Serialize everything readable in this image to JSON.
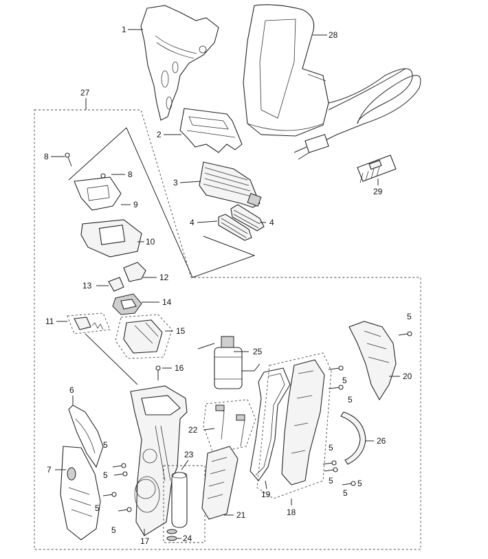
{
  "callouts": {
    "p1": "1",
    "p2": "2",
    "p3": "3",
    "p4a": "4",
    "p4b": "4",
    "p5a": "5",
    "p5b": "5",
    "p5c": "5",
    "p5d": "5",
    "p5e": "5",
    "p5f": "5",
    "p5g": "5",
    "p5h": "5",
    "p5i": "5",
    "p5j": "5",
    "p5k": "5",
    "p6": "6",
    "p7": "7",
    "p8a": "8",
    "p8b": "8",
    "p9": "9",
    "p10": "10",
    "p11": "11",
    "p12": "12",
    "p13": "13",
    "p14": "14",
    "p15": "15",
    "p16": "16",
    "p17": "17",
    "p18": "18",
    "p19": "19",
    "p20": "20",
    "p21": "21",
    "p22": "22",
    "p23": "23",
    "p24": "24",
    "p25": "25",
    "p26": "26",
    "p27": "27",
    "p28": "28",
    "p29": "29"
  },
  "colors": {
    "line": "#222222",
    "part_fill": "#f4f4f4",
    "background": "#ffffff"
  }
}
